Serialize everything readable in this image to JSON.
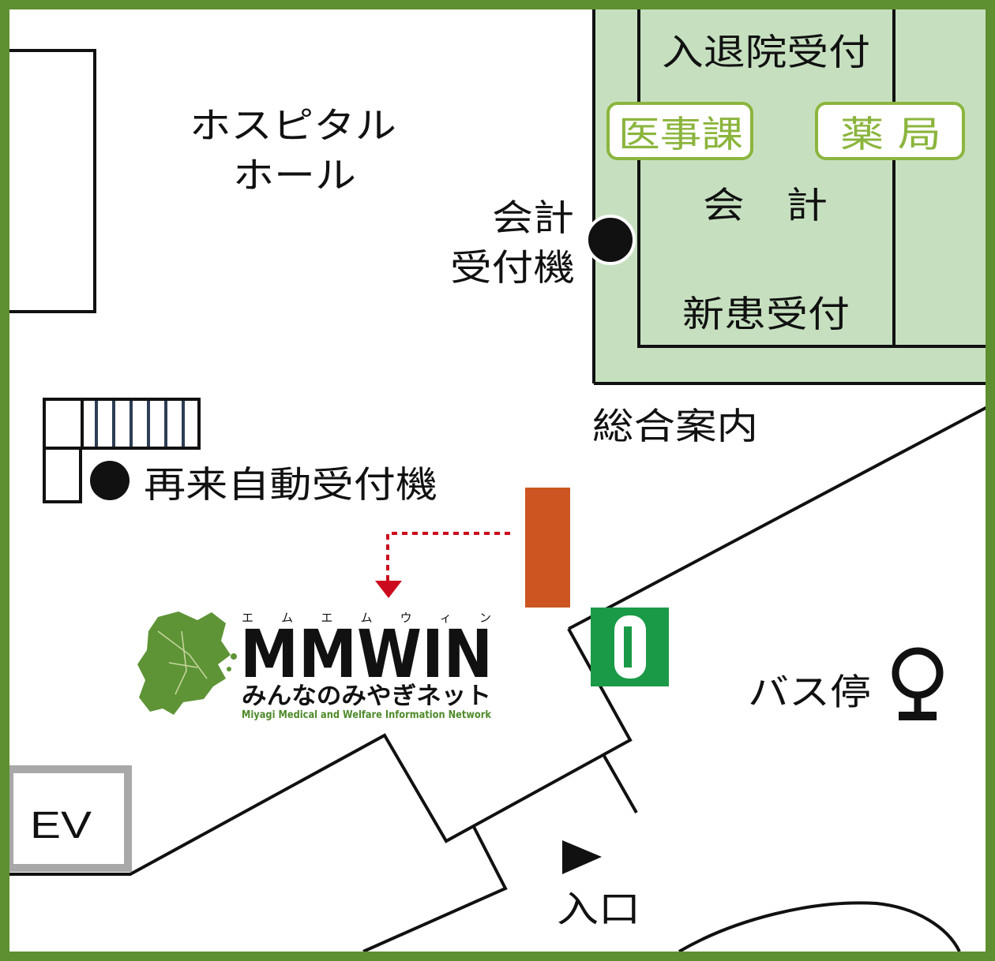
{
  "labels": {
    "hospital_hall_line1": "ホスピタル",
    "hospital_hall_line2": "ホール",
    "admission_desk": "入退院受付",
    "medical_affairs": "医事課",
    "pharmacy": "薬 局",
    "accounting": "会　計",
    "new_patient_desk": "新患受付",
    "payment_machine_line1": "会計",
    "payment_machine_line2": "受付機",
    "general_info": "総合案内",
    "revisit_machine": "再来自動受付機",
    "bus_stop": "バス停",
    "entrance": "入口",
    "elevator": "EV"
  },
  "logo": {
    "title": "MMWIN",
    "kana": "エ ム エ ム ウ ィ ン",
    "subtitle": "みんなのみやぎネット",
    "english": "Miyagi Medical and Welfare Information Network"
  },
  "colors": {
    "frame": "#5e8f31",
    "counter_area": "#c6e0bf",
    "badge_border": "#8bb53d",
    "info_counter": "#cc5522",
    "phone_box": "#1a9a47",
    "arrow": "#cc0a1d",
    "elevator_border": "#a8a8a8"
  },
  "icons": {
    "phone": "telephone-icon",
    "bus_stop": "bus-stop-icon",
    "entrance_arrow": "play-triangle-icon",
    "location_dot": "filled-circle-icon"
  }
}
